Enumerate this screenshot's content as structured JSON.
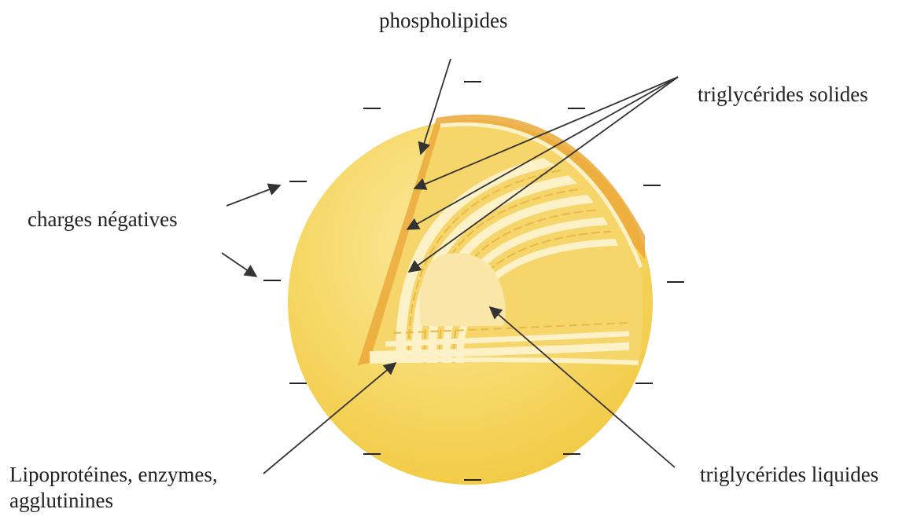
{
  "labels": {
    "phospholipids": "phospholipides",
    "solid_triglycerides": "triglycérides solides",
    "negative_charges": "charges négatives",
    "lipoproteins_line1": "Lipoprotéines, enzymes,",
    "lipoproteins_line2": "agglutinines",
    "liquid_triglycerides": "triglycérides liquides"
  },
  "colors": {
    "outer_globule": "#f3cd45",
    "globule_highlight": "#fbe9a2",
    "membrane_band": "#eba838",
    "lamella_light": "#fdf1c8",
    "lamella_dark": "#e9b948",
    "liquid_core": "#f9e6a8",
    "arrow": "#333333",
    "charge": "#222222"
  }
}
